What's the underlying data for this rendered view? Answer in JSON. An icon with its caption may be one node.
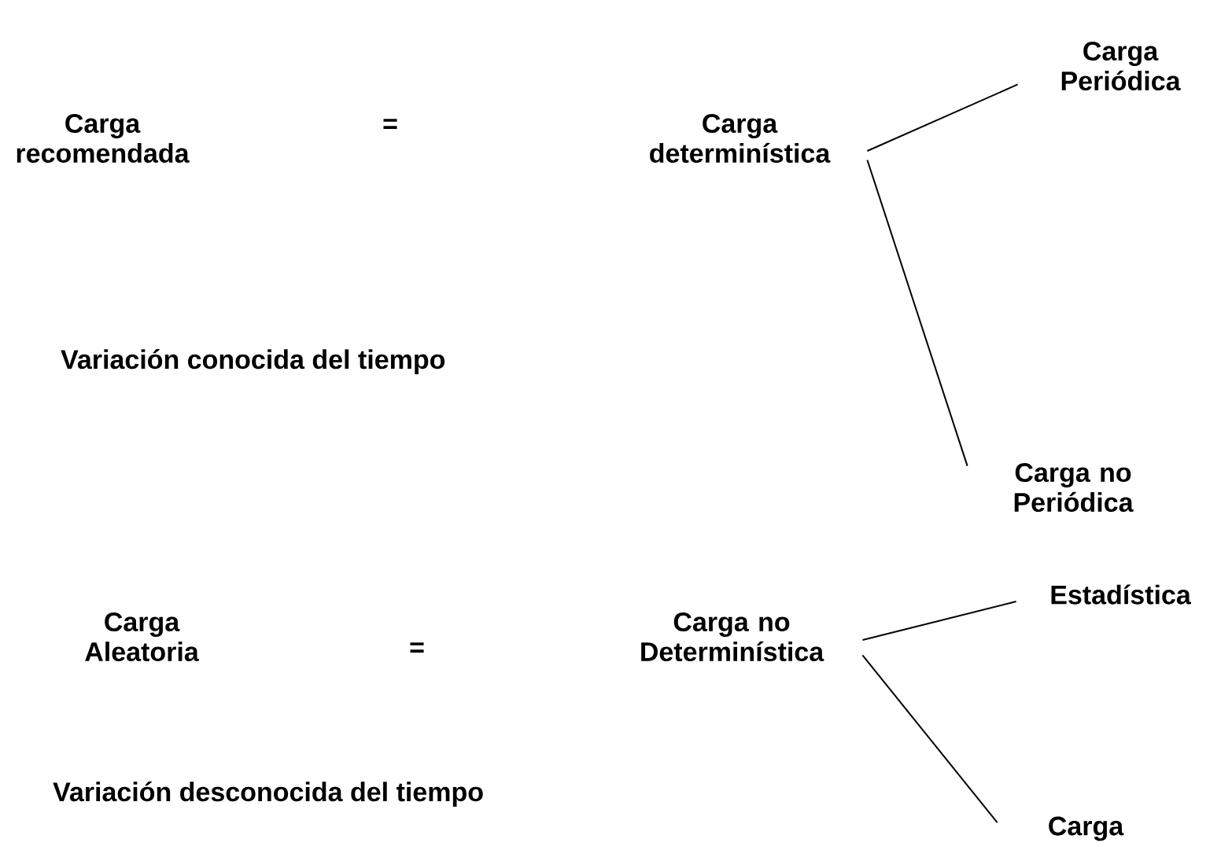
{
  "diagram": {
    "nodes": [
      {
        "text": [
          "Carga recomendada"
        ]
      },
      {
        "text": [
          "Carga determinística"
        ]
      },
      {
        "text": [
          "Carga Periódica"
        ]
      },
      {
        "text": [
          "Carga no Periódica"
        ]
      },
      {
        "text": [
          "Carga Aleatoria"
        ]
      },
      {
        "text": [
          "Carga no Determinística"
        ]
      },
      {
        "text": [
          "Estadística"
        ]
      },
      {
        "text": [
          "Carga"
        ]
      }
    ],
    "edges": [
      {
        "from": 1,
        "to": 2,
        "arrow": "none"
      },
      {
        "from": 1,
        "to": 3,
        "arrow": "none"
      },
      {
        "from": 5,
        "to": 6,
        "arrow": "none"
      },
      {
        "from": 5,
        "to": 7,
        "arrow": "none"
      }
    ],
    "labels": [
      "=",
      "Variación conocida del tiempo",
      "=",
      "Variación desconocida del tiempo"
    ]
  }
}
